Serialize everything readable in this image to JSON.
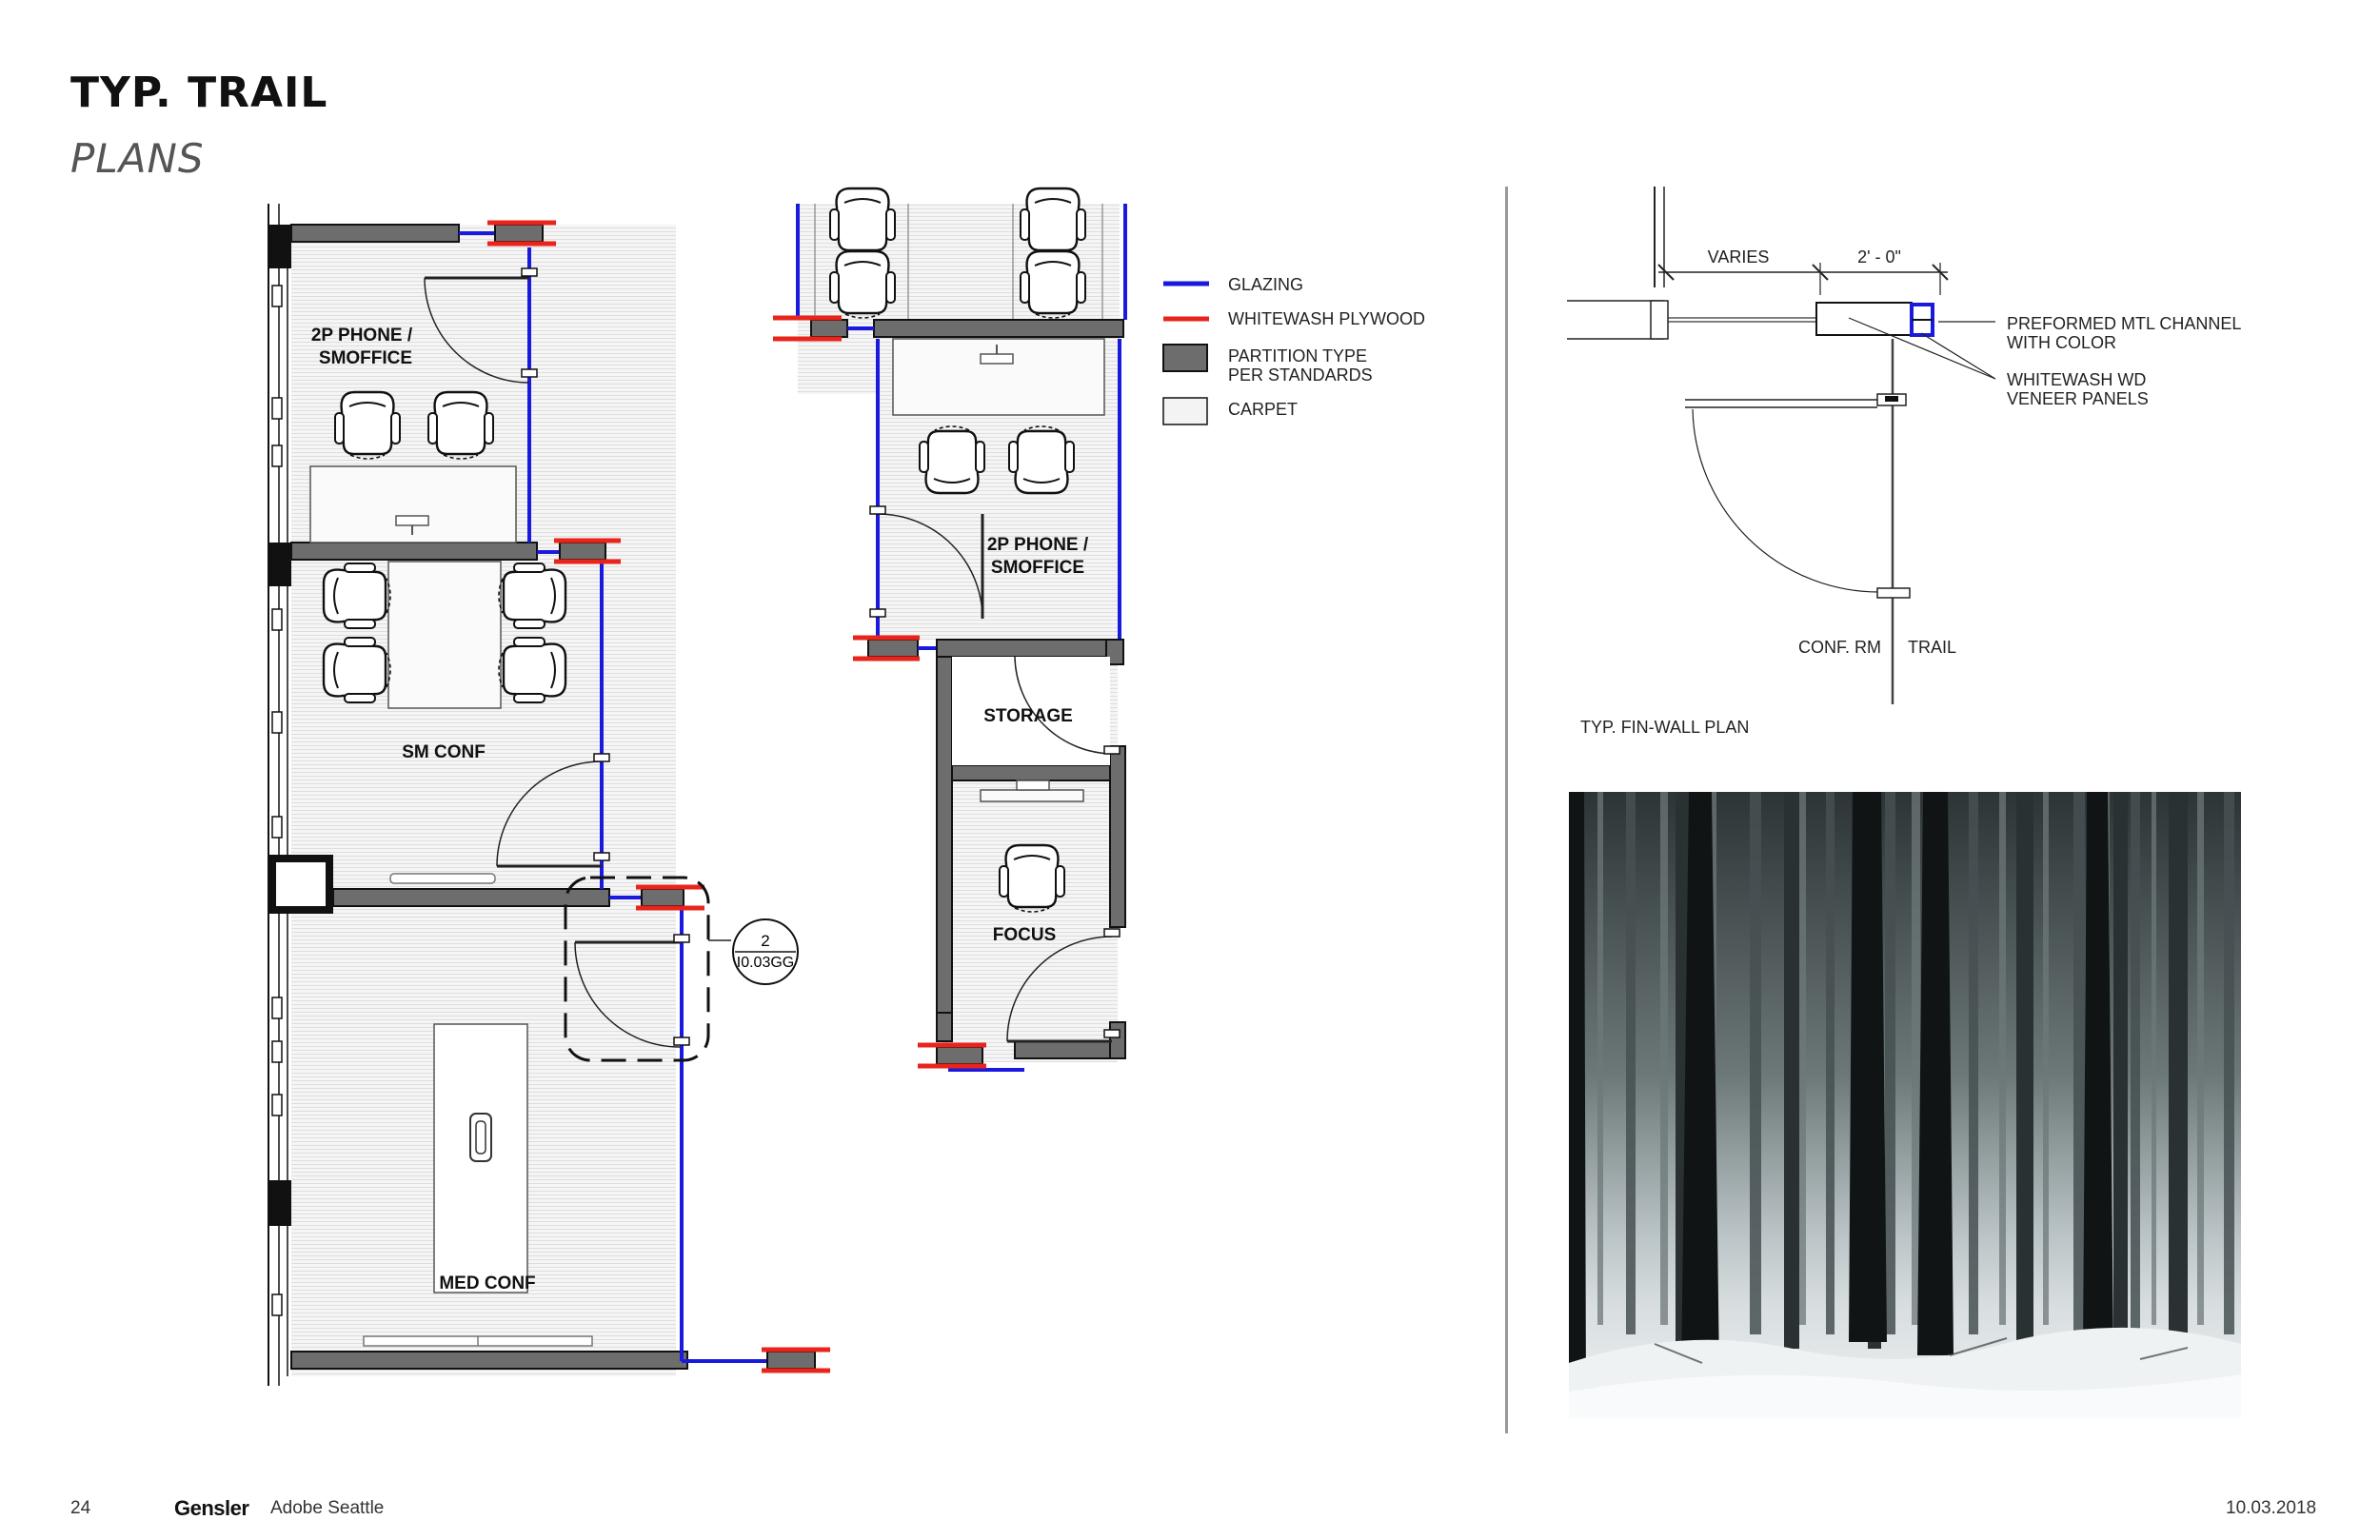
{
  "header": {
    "title": "TYP. TRAIL",
    "subtitle": "PLANS"
  },
  "legend": {
    "glazing": "GLAZING",
    "whitewash": "WHITEWASH PLYWOOD",
    "partition_line1": "PARTITION TYPE",
    "partition_line2": "PER STANDARDS",
    "carpet": "CARPET"
  },
  "rooms": {
    "phone1_line1": "2P PHONE /",
    "phone1_line2": "SMOFFICE",
    "sm_conf": "SM CONF",
    "med_conf": "MED CONF",
    "phone2_line1": "2P PHONE /",
    "phone2_line2": "SMOFFICE",
    "storage": "STORAGE",
    "focus": "FOCUS"
  },
  "callout": {
    "num": "2",
    "sheet": "I0.03GG"
  },
  "detail": {
    "varies": "VARIES",
    "dim": "2' - 0\"",
    "preformed_line1": "PREFORMED MTL CHANNEL",
    "preformed_line2": "WITH COLOR",
    "whitewash_line1": "WHITEWASH WD",
    "whitewash_line2": "VENEER PANELS",
    "conf_rm": "CONF. RM",
    "trail": "TRAIL",
    "caption": "TYP. FIN-WALL PLAN"
  },
  "footer": {
    "page": "24",
    "brand": "Gensler",
    "project": "Adobe Seattle",
    "date": "10.03.2018"
  },
  "colors": {
    "glazing": "#1a1adf",
    "whitewash": "#e8241b",
    "partition": "#6d6d6d",
    "carpet": "#f3f3f3"
  }
}
